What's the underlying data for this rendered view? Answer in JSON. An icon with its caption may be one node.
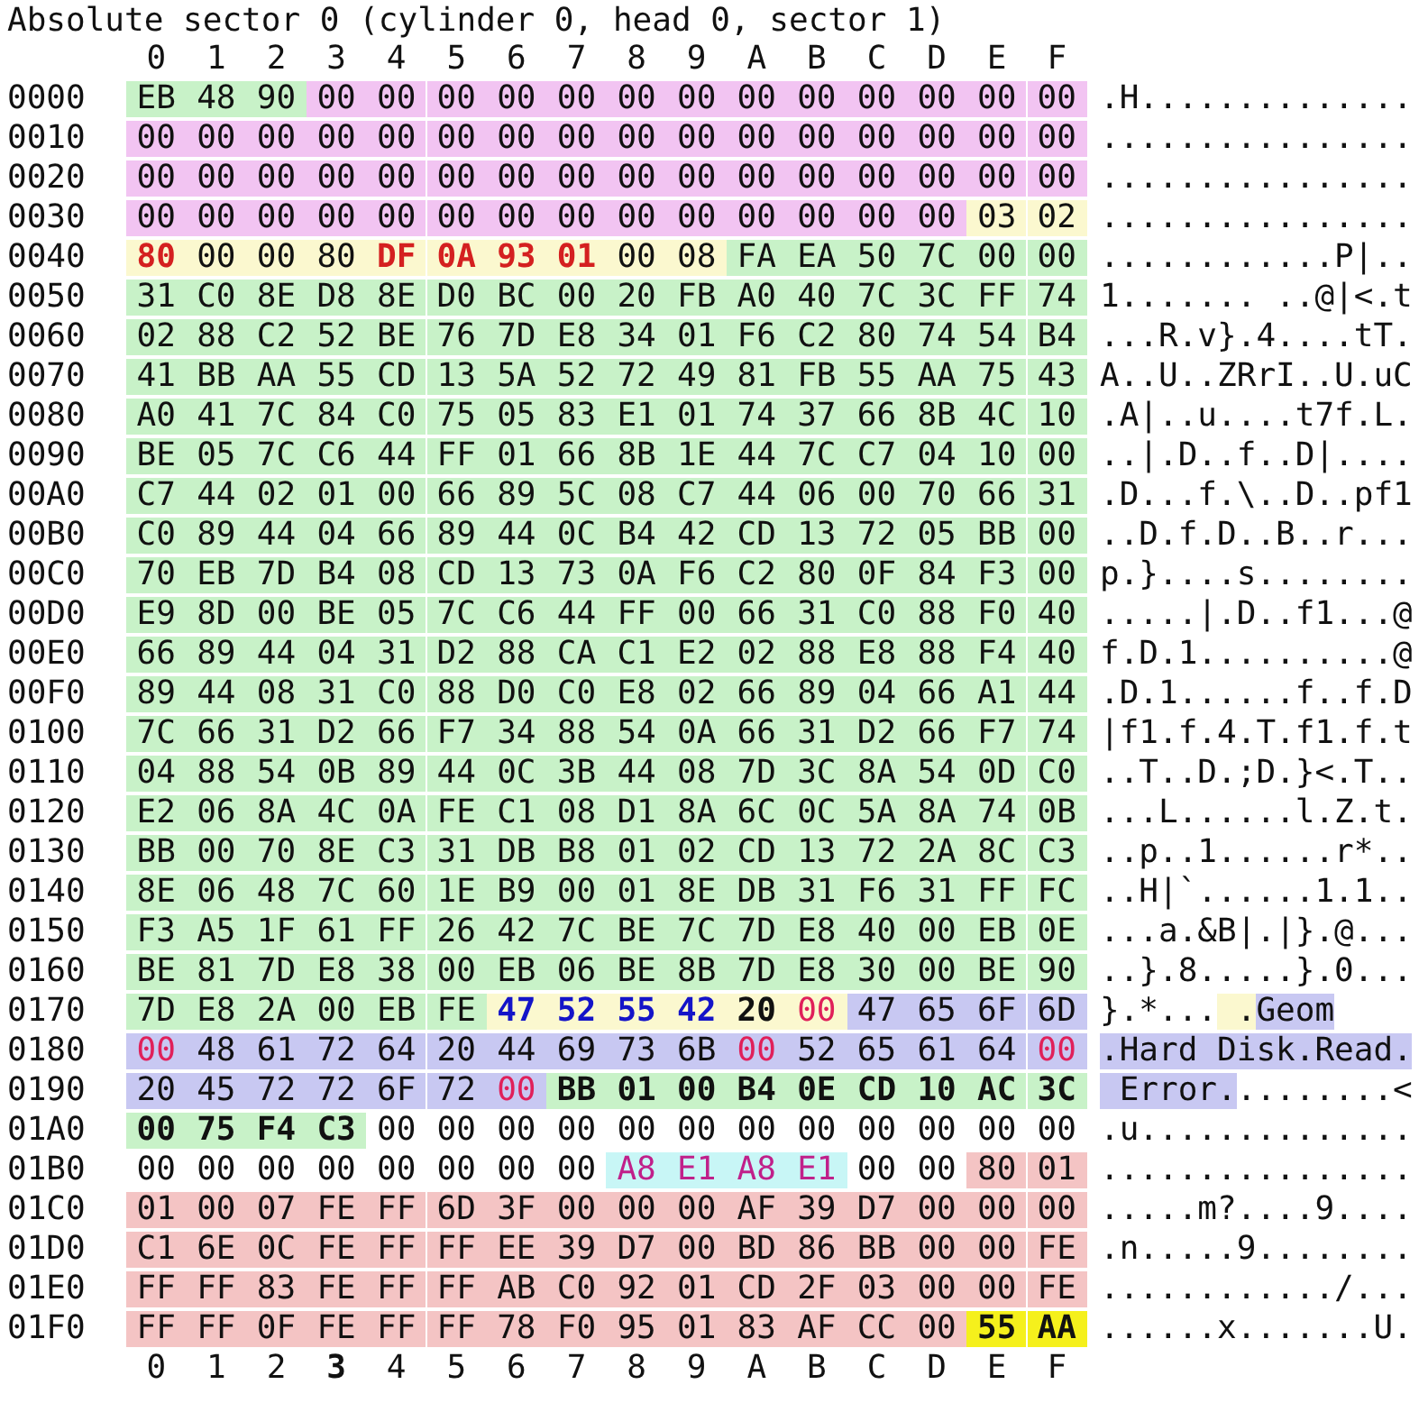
{
  "diagram": {
    "title": "Absolute sector 0 (cylinder 0, head 0, sector 1)",
    "labels": [
      "0",
      "1",
      "2",
      "3",
      "4",
      "5",
      "6",
      "7",
      "8",
      "9",
      "A",
      "B",
      "C",
      "D",
      "E",
      "F",
      "0000",
      "EB",
      "48",
      "90",
      "00",
      "00",
      "00",
      "00",
      "00",
      "00",
      "00",
      "00",
      "00",
      "00",
      "00",
      "00",
      "00",
      ".H..............",
      "0010",
      "00",
      "00",
      "00",
      "00",
      "00",
      "00",
      "00",
      "00",
      "00",
      "00",
      "00",
      "00",
      "00",
      "00",
      "00",
      "00",
      "................",
      "0020",
      "00",
      "00",
      "00",
      "00",
      "00",
      "00",
      "00",
      "00",
      "00",
      "00",
      "00",
      "00",
      "00",
      "00",
      "00",
      "00",
      "................",
      "0030",
      "00",
      "00",
      "00",
      "00",
      "00",
      "00",
      "00",
      "00",
      "00",
      "00",
      "00",
      "00",
      "00",
      "00",
      "03",
      "02",
      "................",
      "0040",
      "80",
      "00",
      "00",
      "80",
      "DF",
      "0A",
      "93",
      "01",
      "00",
      "08",
      "FA",
      "EA",
      "50",
      "7C",
      "00",
      "00",
      "............P|..",
      "0050",
      "31",
      "C0",
      "8E",
      "D8",
      "8E",
      "D0",
      "BC",
      "00",
      "20",
      "FB",
      "A0",
      "40",
      "7C",
      "3C",
      "FF",
      "74",
      "1....... ..@|<.t",
      "0060",
      "02",
      "88",
      "C2",
      "52",
      "BE",
      "76",
      "7D",
      "E8",
      "34",
      "01",
      "F6",
      "C2",
      "80",
      "74",
      "54",
      "B4",
      "...R.v}.4....tT.",
      "0070",
      "41",
      "BB",
      "AA",
      "55",
      "CD",
      "13",
      "5A",
      "52",
      "72",
      "49",
      "81",
      "FB",
      "55",
      "AA",
      "75",
      "43",
      "A..U..ZRrI..U.uC",
      "0080",
      "A0",
      "41",
      "7C",
      "84",
      "C0",
      "75",
      "05",
      "83",
      "E1",
      "01",
      "74",
      "37",
      "66",
      "8B",
      "4C",
      "10",
      ".A|..u....t7f.L.",
      "0090",
      "BE",
      "05",
      "7C",
      "C6",
      "44",
      "FF",
      "01",
      "66",
      "8B",
      "1E",
      "44",
      "7C",
      "C7",
      "04",
      "10",
      "00",
      "..|.D..f..D|....",
      "00A0",
      "C7",
      "44",
      "02",
      "01",
      "00",
      "66",
      "89",
      "5C",
      "08",
      "C7",
      "44",
      "06",
      "00",
      "70",
      "66",
      "31",
      ".D...f.\\..D..pf1",
      "00B0",
      "C0",
      "89",
      "44",
      "04",
      "66",
      "89",
      "44",
      "0C",
      "B4",
      "42",
      "CD",
      "13",
      "72",
      "05",
      "BB",
      "00",
      "..D.f.D..B..r...",
      "00C0",
      "70",
      "EB",
      "7D",
      "B4",
      "08",
      "CD",
      "13",
      "73",
      "0A",
      "F6",
      "C2",
      "80",
      "0F",
      "84",
      "F3",
      "00",
      "p.}....s........",
      "00D0",
      "E9",
      "8D",
      "00",
      "BE",
      "05",
      "7C",
      "C6",
      "44",
      "FF",
      "00",
      "66",
      "31",
      "C0",
      "88",
      "F0",
      "40",
      ".....|.D..f1...@",
      "00E0",
      "66",
      "89",
      "44",
      "04",
      "31",
      "D2",
      "88",
      "CA",
      "C1",
      "E2",
      "02",
      "88",
      "E8",
      "88",
      "F4",
      "40",
      "f.D.1..........@",
      "00F0",
      "89",
      "44",
      "08",
      "31",
      "C0",
      "88",
      "D0",
      "C0",
      "E8",
      "02",
      "66",
      "89",
      "04",
      "66",
      "A1",
      "44",
      ".D.1......f..f.D",
      "0100",
      "7C",
      "66",
      "31",
      "D2",
      "66",
      "F7",
      "34",
      "88",
      "54",
      "0A",
      "66",
      "31",
      "D2",
      "66",
      "F7",
      "74",
      "|f1.f.4.T.f1.f.t",
      "0110",
      "04",
      "88",
      "54",
      "0B",
      "89",
      "44",
      "0C",
      "3B",
      "44",
      "08",
      "7D",
      "3C",
      "8A",
      "54",
      "0D",
      "C0",
      "..T..D.;D.}<.T..",
      "0120",
      "E2",
      "06",
      "8A",
      "4C",
      "0A",
      "FE",
      "C1",
      "08",
      "D1",
      "8A",
      "6C",
      "0C",
      "5A",
      "8A",
      "74",
      "0B",
      "...L......l.Z.t.",
      "0130",
      "BB",
      "00",
      "70",
      "8E",
      "C3",
      "31",
      "DB",
      "B8",
      "01",
      "02",
      "CD",
      "13",
      "72",
      "2A",
      "8C",
      "C3",
      "..p..1......r*..",
      "0140",
      "8E",
      "06",
      "48",
      "7C",
      "60",
      "1E",
      "B9",
      "00",
      "01",
      "8E",
      "DB",
      "31",
      "F6",
      "31",
      "FF",
      "FC",
      "..H|`......1.1..",
      "0150",
      "F3",
      "A5",
      "1F",
      "61",
      "FF",
      "26",
      "42",
      "7C",
      "BE",
      "7C",
      "7D",
      "E8",
      "40",
      "00",
      "EB",
      "0E",
      "...a.&B|.|}.@...",
      "0160",
      "BE",
      "81",
      "7D",
      "E8",
      "38",
      "00",
      "EB",
      "06",
      "BE",
      "8B",
      "7D",
      "E8",
      "30",
      "00",
      "BE",
      "90",
      "..}.8.....}.0...",
      "0170",
      "7D",
      "E8",
      "2A",
      "00",
      "EB",
      "FE",
      "47",
      "52",
      "55",
      "42",
      "20",
      "00",
      "47",
      "65",
      "6F",
      "6D",
      "}.*... .Geom",
      "0180",
      "00",
      "48",
      "61",
      "72",
      "64",
      "20",
      "44",
      "69",
      "73",
      "6B",
      "00",
      "52",
      "65",
      "61",
      "64",
      "00",
      ".Hard Disk.Read.",
      "0190",
      "20",
      "45",
      "72",
      "72",
      "6F",
      "72",
      "00",
      "BB",
      "01",
      "00",
      "B4",
      "0E",
      "CD",
      "10",
      "AC",
      "3C",
      " Error.........<",
      "01A0",
      "00",
      "75",
      "F4",
      "C3",
      "00",
      "00",
      "00",
      "00",
      "00",
      "00",
      "00",
      "00",
      "00",
      "00",
      "00",
      "00",
      ".u..............",
      "01B0",
      "00",
      "00",
      "00",
      "00",
      "00",
      "00",
      "00",
      "00",
      "A8",
      "E1",
      "A8",
      "E1",
      "00",
      "00",
      "80",
      "01",
      "................",
      "01C0",
      "01",
      "00",
      "07",
      "FE",
      "FF",
      "6D",
      "3F",
      "00",
      "00",
      "00",
      "AF",
      "39",
      "D7",
      "00",
      "00",
      "00",
      ".....m?....9....",
      "01D0",
      "C1",
      "6E",
      "0C",
      "FE",
      "FF",
      "FF",
      "EE",
      "39",
      "D7",
      "00",
      "BD",
      "86",
      "BB",
      "00",
      "00",
      "FE",
      ".n.....9........",
      "01E0",
      "FF",
      "FF",
      "83",
      "FE",
      "FF",
      "FF",
      "AB",
      "C0",
      "92",
      "01",
      "CD",
      "2F",
      "03",
      "00",
      "00",
      "FE",
      "............/...",
      "01F0",
      "FF",
      "FF",
      "0F",
      "FE",
      "FF",
      "FF",
      "78",
      "F0",
      "95",
      "01",
      "83",
      "AF",
      "CC",
      "00",
      "55",
      "AA",
      "......x.......U.",
      "0",
      "1",
      "2",
      "3",
      "4",
      "5",
      "6",
      "7",
      "8",
      "9",
      "A",
      "B",
      "C",
      "D",
      "E",
      "F"
    ]
  }
}
